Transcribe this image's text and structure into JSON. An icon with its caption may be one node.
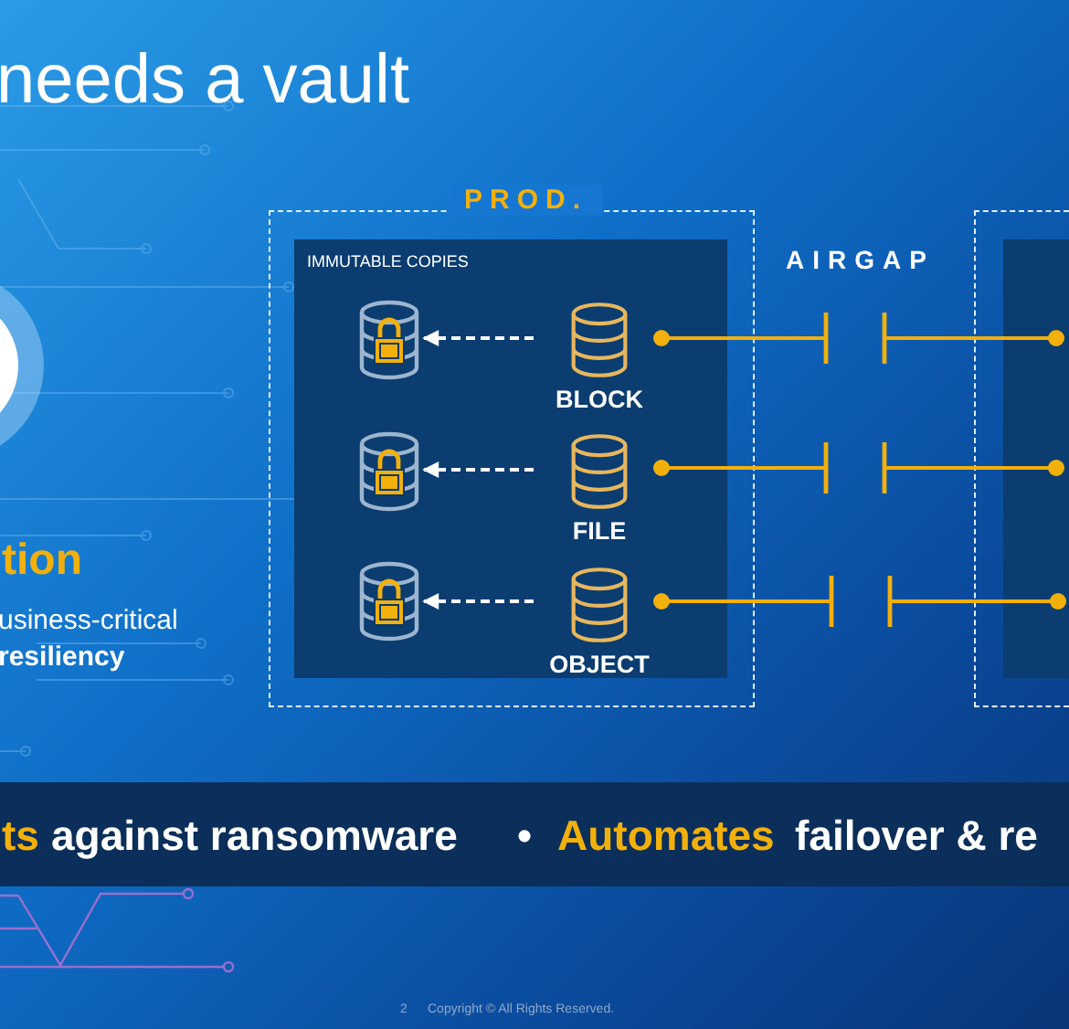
{
  "diagram": {
    "title": "needs a vault",
    "nodes": [
      {
        "text": [
          "PROD."
        ]
      },
      {
        "text": [
          "IMMUTABLE COPIES"
        ],
        "in": 0
      },
      {
        "text": [],
        "shape": "cylinder",
        "in": 1
      },
      {
        "text": [],
        "shape": "cylinder",
        "in": 1
      },
      {
        "text": [],
        "shape": "cylinder",
        "in": 1
      },
      {
        "text": [
          "BLOCK"
        ],
        "in": 1
      },
      {
        "text": [
          "FILE"
        ],
        "in": 1
      },
      {
        "text": [
          "OBJECT"
        ],
        "in": 1
      },
      {
        "text": [],
        "shape": "box"
      },
      {
        "text": [],
        "shape": "box",
        "in": 8
      }
    ],
    "edges": [
      {
        "from": 5,
        "to": 2,
        "arrow": "to",
        "style": "dashed",
        "color": "#ffffff"
      },
      {
        "from": 6,
        "to": 3,
        "arrow": "to",
        "style": "dashed",
        "color": "#ffffff"
      },
      {
        "from": 7,
        "to": 4,
        "arrow": "to",
        "style": "dashed",
        "color": "#ffffff"
      },
      {
        "from": 5,
        "to": null,
        "arrow": "other"
      },
      {
        "from": null,
        "to": 9,
        "arrow": "other"
      },
      {
        "from": 6,
        "to": null,
        "arrow": "other"
      },
      {
        "from": null,
        "to": 9,
        "arrow": "other"
      },
      {
        "from": 7,
        "to": null,
        "arrow": "other"
      },
      {
        "from": null,
        "to": 9,
        "arrow": "other"
      }
    ],
    "labels": [
      "AIRGAP",
      "tion",
      "usiness-critical",
      "resiliency",
      "ts",
      "against ransomware",
      "•",
      "Automates",
      "failover & re",
      "2",
      "Copyright © All Rights Reserved."
    ]
  }
}
